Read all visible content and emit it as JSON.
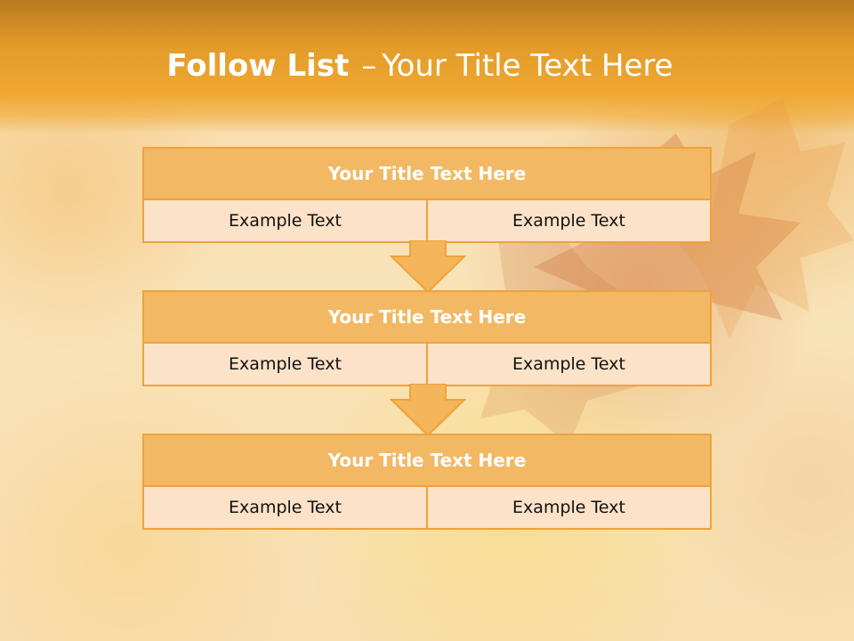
{
  "title": {
    "lead": "Follow List",
    "dash": "–",
    "rest": "Your Title Text Here"
  },
  "blocks": [
    {
      "title": "Your Title Text Here",
      "cells": [
        "Example Text",
        "Example Text"
      ]
    },
    {
      "title": "Your Title Text Here",
      "cells": [
        "Example Text",
        "Example Text"
      ]
    },
    {
      "title": "Your Title Text Here",
      "cells": [
        "Example Text",
        "Example Text"
      ]
    }
  ],
  "colors": {
    "header_band": "#f0a832",
    "block_header_fill": "#f2b864",
    "block_row_fill": "#fbe2c8",
    "border": "#f0a23a",
    "arrow_fill": "#f5b55a",
    "title_text": "#ffffff"
  }
}
